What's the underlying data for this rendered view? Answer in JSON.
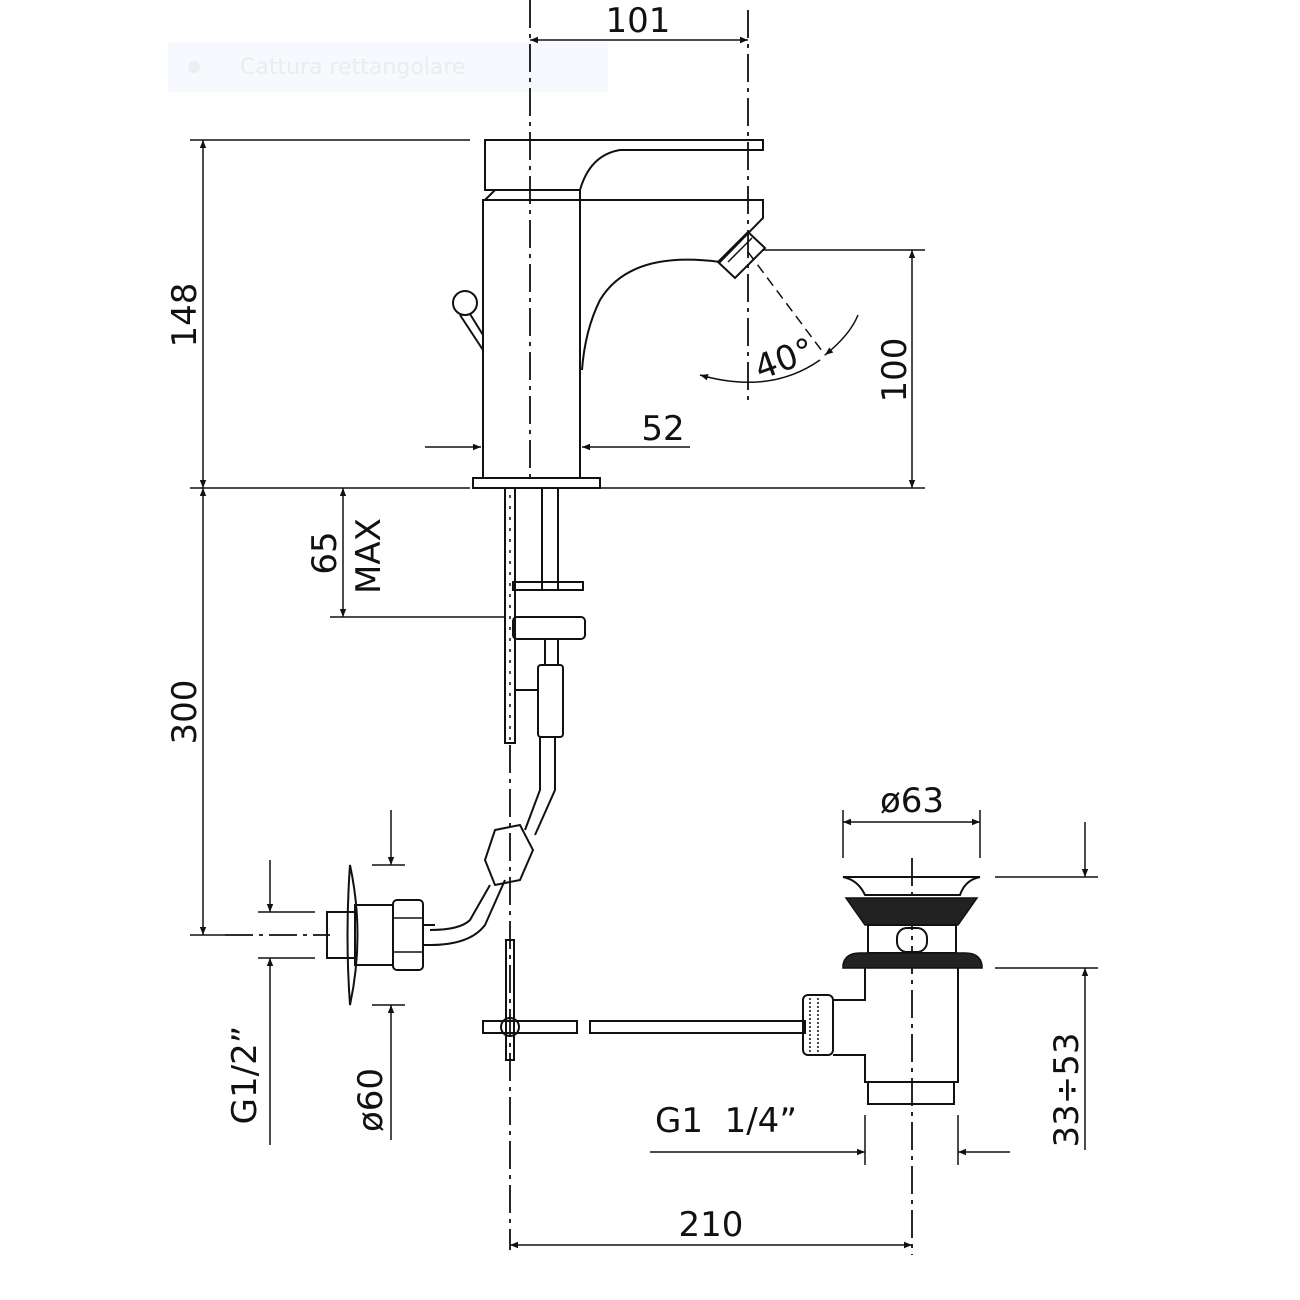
{
  "overlay": {
    "label": "Cattura rettangolare"
  },
  "dimensions": {
    "spout_reach": "101",
    "height_total": "148",
    "spout_height": "100",
    "angle": "40°",
    "body_width": "52",
    "max_thickness_value": "65",
    "max_thickness_unit": "MAX",
    "hose_length": "300",
    "drain_diameter": "ø63",
    "inlet_thread": "G1/2”",
    "rosette_diameter": "ø60",
    "drain_thread": "G1  1/4”",
    "drain_adjust": "33÷53",
    "drain_distance": "210"
  }
}
